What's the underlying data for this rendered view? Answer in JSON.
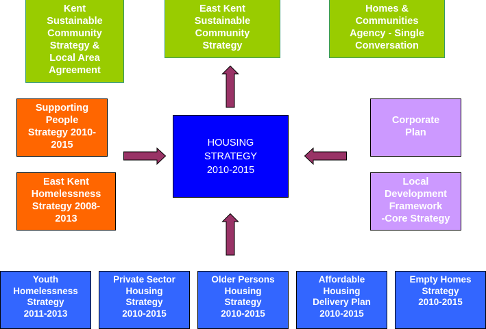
{
  "diagram": {
    "title": "Housing Strategy relationships",
    "colors": {
      "top_green": "#99CC00",
      "side_orange": "#FF6600",
      "side_lilac": "#CC99FF",
      "center_blue": "#0000FF",
      "bottom_blue": "#3366FF",
      "arrow": "#993366"
    },
    "center": {
      "label": "HOUSING\nSTRATEGY\n2010-2015"
    },
    "top": [
      {
        "label": "Kent\nSustainable\nCommunity\nStrategy &\nLocal Area\nAgreement"
      },
      {
        "label": "East Kent\nSustainable\nCommunity\nStrategy"
      },
      {
        "label": "Homes &\nCommunities\nAgency - Single\nConversation"
      }
    ],
    "left": [
      {
        "label": "Supporting\nPeople\nStrategy 2010-\n2015"
      },
      {
        "label": "East Kent\nHomelessness\nStrategy 2008-\n2013"
      }
    ],
    "right": [
      {
        "label": "\nCorporate\nPlan"
      },
      {
        "label": "Local\nDevelopment\nFramework\n-Core Strategy"
      }
    ],
    "bottom": [
      {
        "label": "Youth\nHomelessness\nStrategy\n2011-2013"
      },
      {
        "label": "Private Sector\nHousing\nStrategy\n2010-2015"
      },
      {
        "label": "Older Persons\nHousing\nStrategy\n2010-2015"
      },
      {
        "label": "Affordable\nHousing\nDelivery Plan\n2010-2015"
      },
      {
        "label": "Empty Homes\nStrategy\n2010-2015"
      }
    ],
    "arrows": [
      {
        "from": "center",
        "to": "top",
        "direction": "up"
      },
      {
        "from": "left",
        "to": "center",
        "direction": "right"
      },
      {
        "from": "right",
        "to": "center",
        "direction": "left"
      },
      {
        "from": "bottom",
        "to": "center",
        "direction": "up"
      }
    ]
  }
}
